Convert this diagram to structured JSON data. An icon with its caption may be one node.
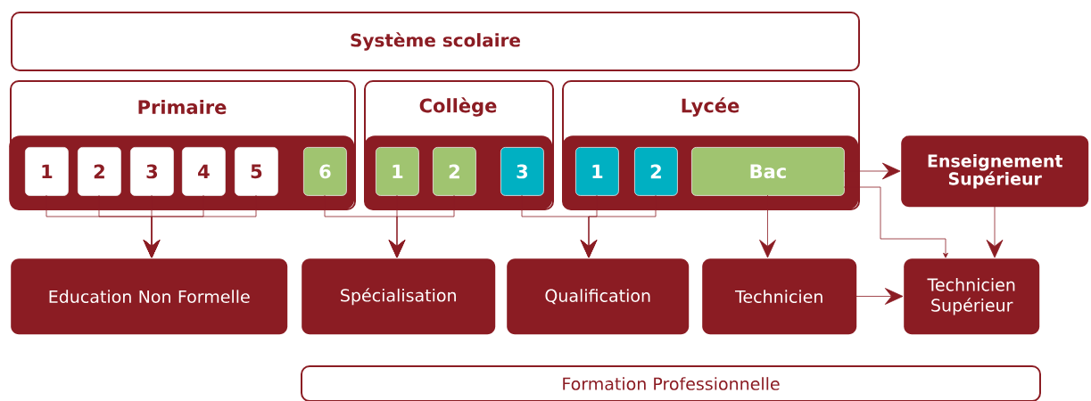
{
  "diagram": {
    "nodes": [
      {
        "text": [
          "Système scolaire"
        ]
      },
      {
        "text": [
          "Primaire"
        ]
      },
      {
        "text": [],
        "shape": "box",
        "in": 1
      },
      {
        "text": [
          "1"
        ],
        "in": 2
      },
      {
        "text": [
          "2"
        ],
        "in": 2
      },
      {
        "text": [
          "3"
        ],
        "in": 2
      },
      {
        "text": [
          "4"
        ],
        "in": 2
      },
      {
        "text": [
          "5"
        ],
        "in": 2
      },
      {
        "text": [
          "6"
        ],
        "in": 2
      },
      {
        "text": [
          "Collège"
        ]
      },
      {
        "text": [],
        "shape": "box",
        "in": 9
      },
      {
        "text": [
          "1"
        ],
        "in": 10
      },
      {
        "text": [
          "2"
        ],
        "in": 10
      },
      {
        "text": [
          "3"
        ],
        "in": 10
      },
      {
        "text": [
          "Lycée"
        ]
      },
      {
        "text": [],
        "shape": "box",
        "in": 14
      },
      {
        "text": [
          "1"
        ],
        "in": 15
      },
      {
        "text": [
          "2"
        ],
        "in": 15
      },
      {
        "text": [
          "Bac"
        ],
        "in": 15
      },
      {
        "text": [
          "Enseignement Supérieur"
        ]
      },
      {
        "text": [
          "Education Non Formelle"
        ]
      },
      {
        "text": [
          "Spécialisation"
        ]
      },
      {
        "text": [
          "Qualification"
        ]
      },
      {
        "text": [
          "Technicien"
        ]
      },
      {
        "text": [
          "Technicien Supérieur"
        ]
      },
      {
        "text": [
          "Formation Professionnelle"
        ]
      }
    ],
    "edges": [
      {
        "from": 3,
        "to": 20,
        "arrow": "to"
      },
      {
        "from": 4,
        "to": 20,
        "arrow": "to"
      },
      {
        "from": 5,
        "to": 20,
        "arrow": "to"
      },
      {
        "from": 6,
        "to": 20,
        "arrow": "to"
      },
      {
        "from": 7,
        "to": 20,
        "arrow": "to"
      },
      {
        "from": 8,
        "to": 21,
        "arrow": "to"
      },
      {
        "from": 11,
        "to": 21,
        "arrow": "to"
      },
      {
        "from": 12,
        "to": 21,
        "arrow": "to"
      },
      {
        "from": 13,
        "to": 22,
        "arrow": "to"
      },
      {
        "from": 16,
        "to": 22,
        "arrow": "to"
      },
      {
        "from": 17,
        "to": 22,
        "arrow": "to"
      },
      {
        "from": 18,
        "to": 19,
        "arrow": "to"
      },
      {
        "from": 18,
        "to": 23,
        "arrow": "to"
      },
      {
        "from": 18,
        "to": 24,
        "arrow": "to"
      },
      {
        "from": 19,
        "to": 24,
        "arrow": "to"
      },
      {
        "from": 23,
        "to": 24,
        "arrow": "to"
      }
    ]
  }
}
